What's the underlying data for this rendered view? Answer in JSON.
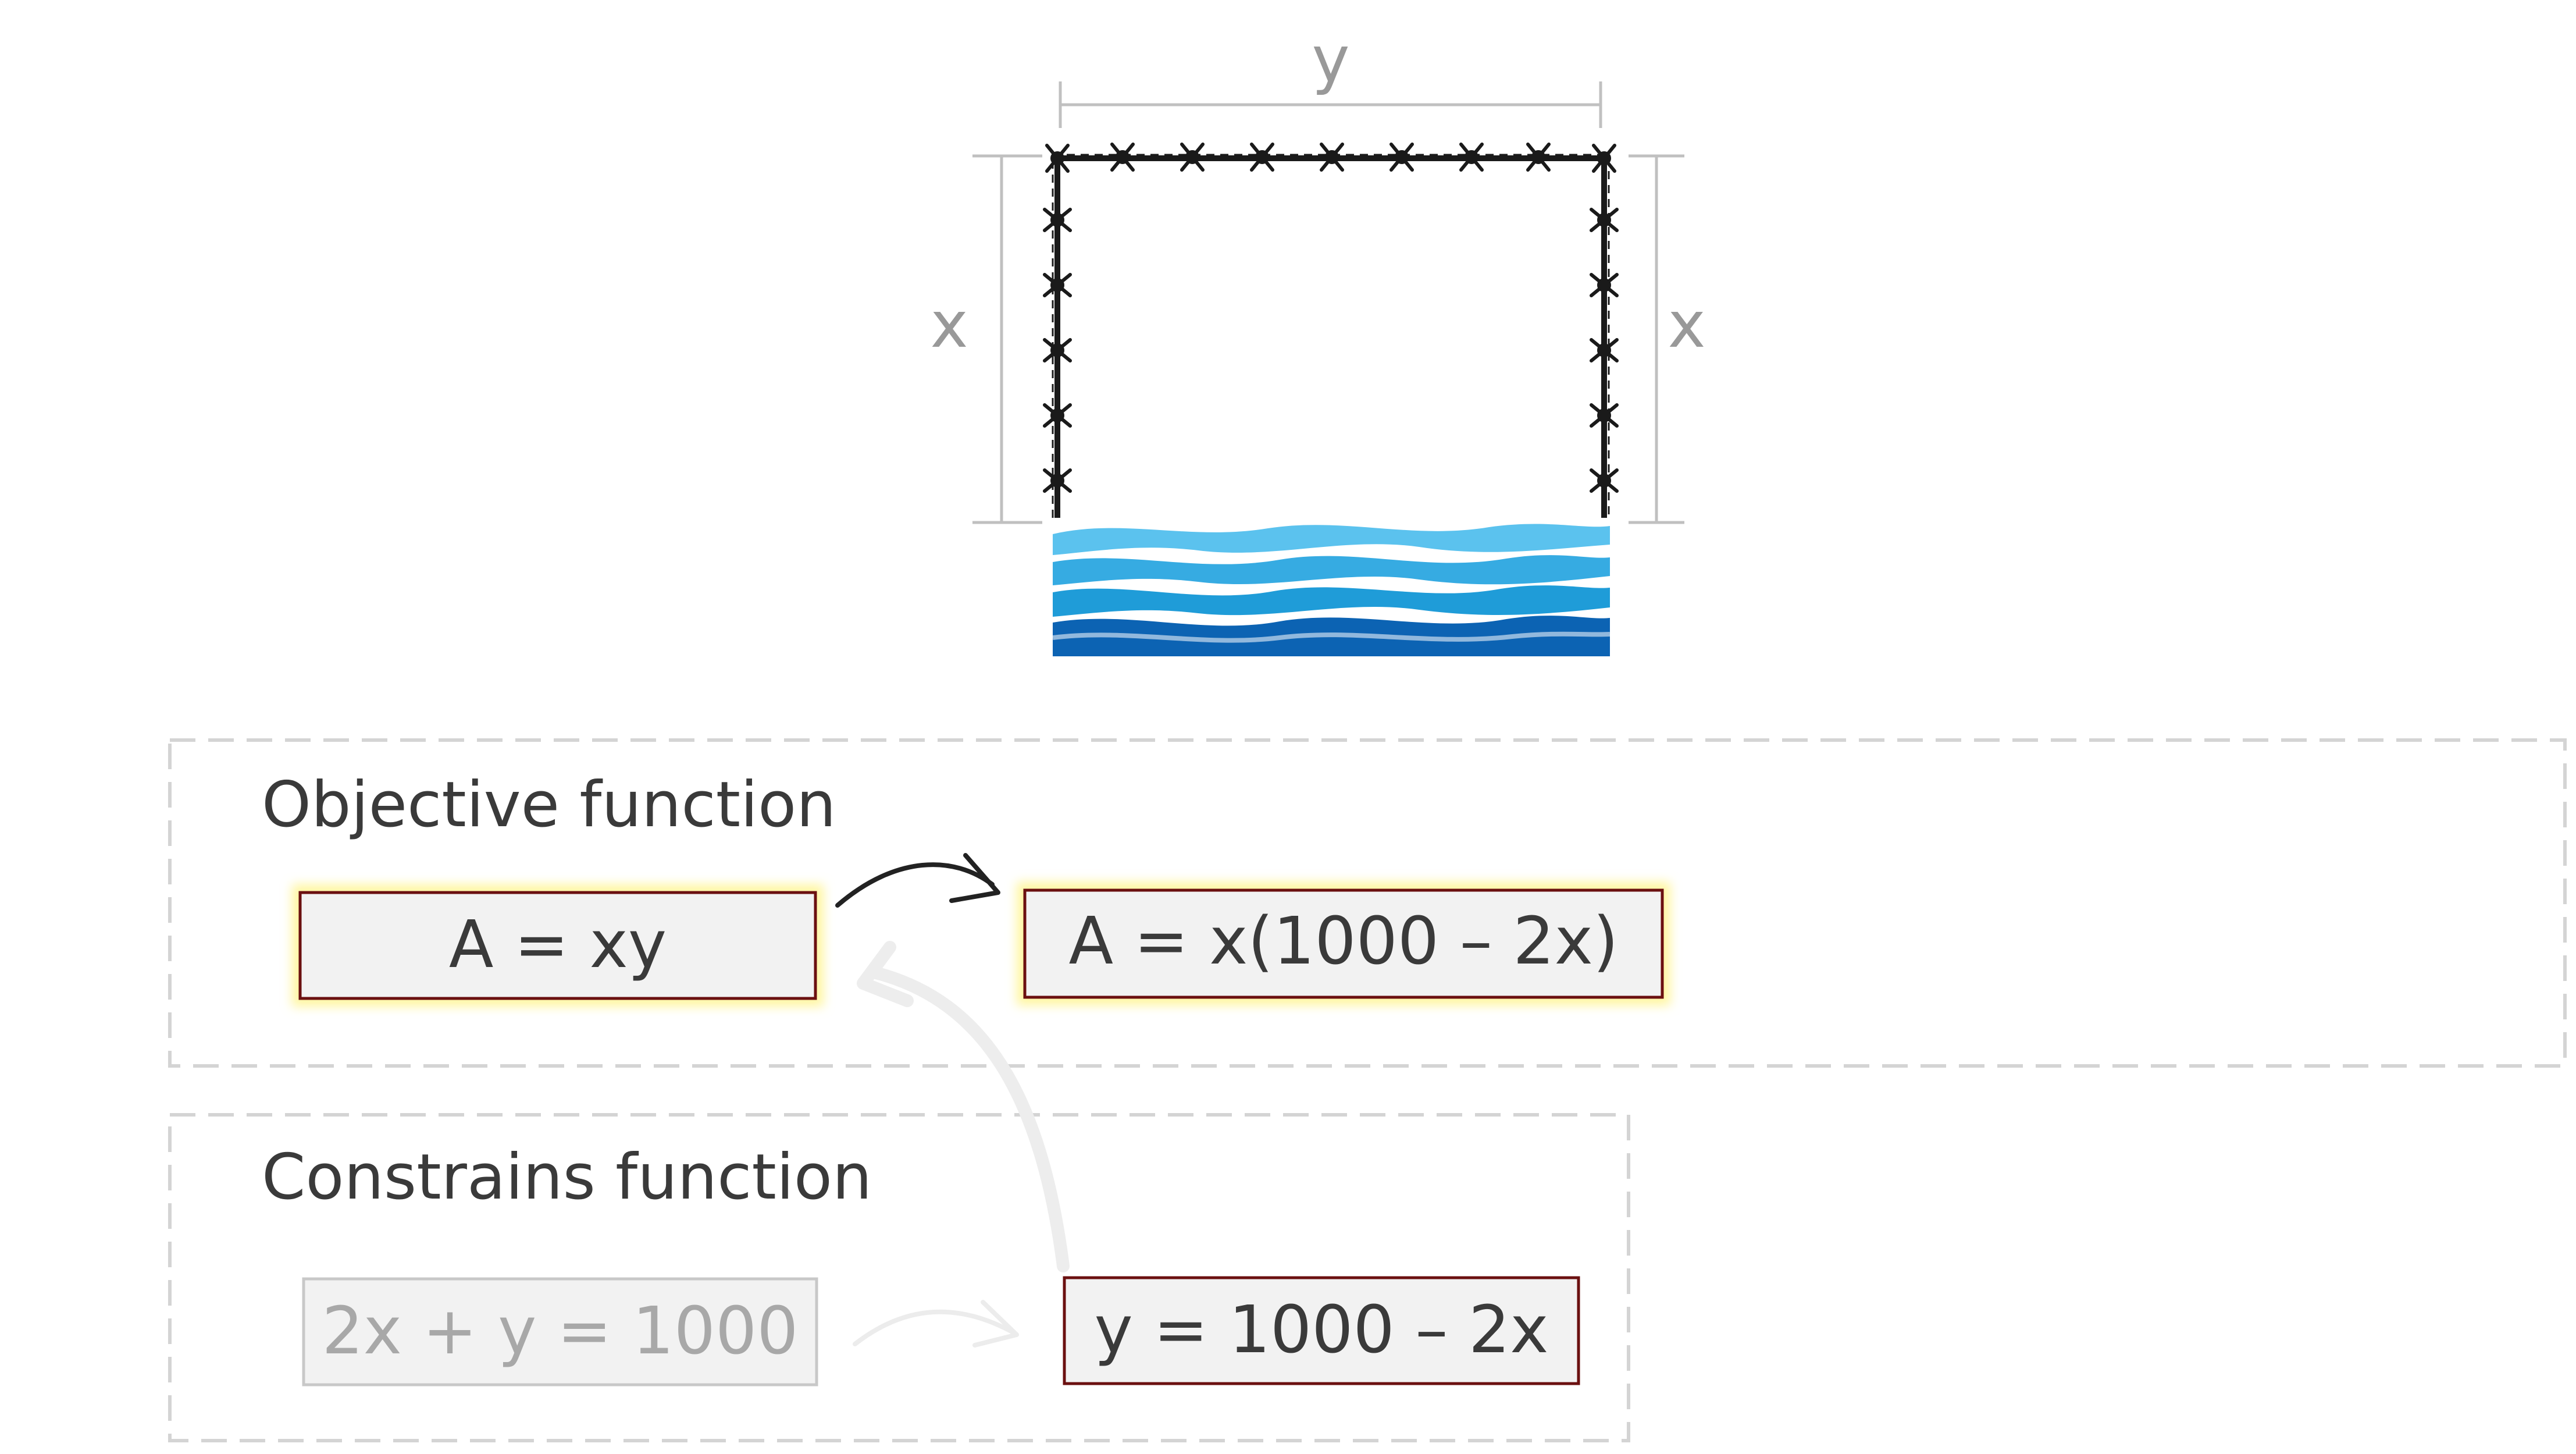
{
  "dimension_labels": {
    "top": "y",
    "left": "x",
    "right": "x"
  },
  "objective": {
    "title": "Objective function",
    "equation_original": "A = xy",
    "equation_substituted": "A = x(1000 – 2x)"
  },
  "constraint": {
    "title": "Constrains function",
    "equation_original": "2x + y = 1000",
    "equation_solved": "y = 1000 – 2x"
  },
  "colors": {
    "highlight_glow": "#fff6a0",
    "box_border": "#6b1010",
    "box_fill": "#f2f2f2",
    "dashed_border": "#d4d4d4",
    "dimension_line": "#c0c0c0",
    "fence": "#1a1a1a",
    "water_light": "#5bc2ee",
    "water_mid": "#1f9cd8",
    "water_dark": "#0c63b3"
  },
  "icons": [
    "barbed-wire-fence",
    "river-water-waves"
  ]
}
